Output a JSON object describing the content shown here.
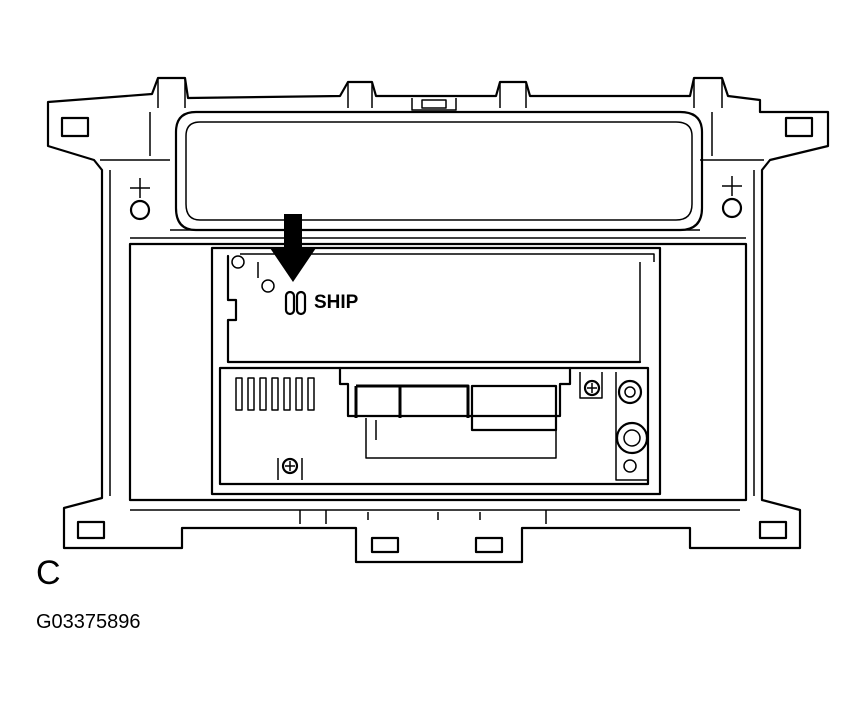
{
  "labels": {
    "ship": "SHIP",
    "view": "C",
    "figure_code": "G03375896"
  },
  "icons": {
    "arrow": "down-arrow-icon",
    "connector": "ship-connector-icon",
    "screw": "screw-icon"
  }
}
